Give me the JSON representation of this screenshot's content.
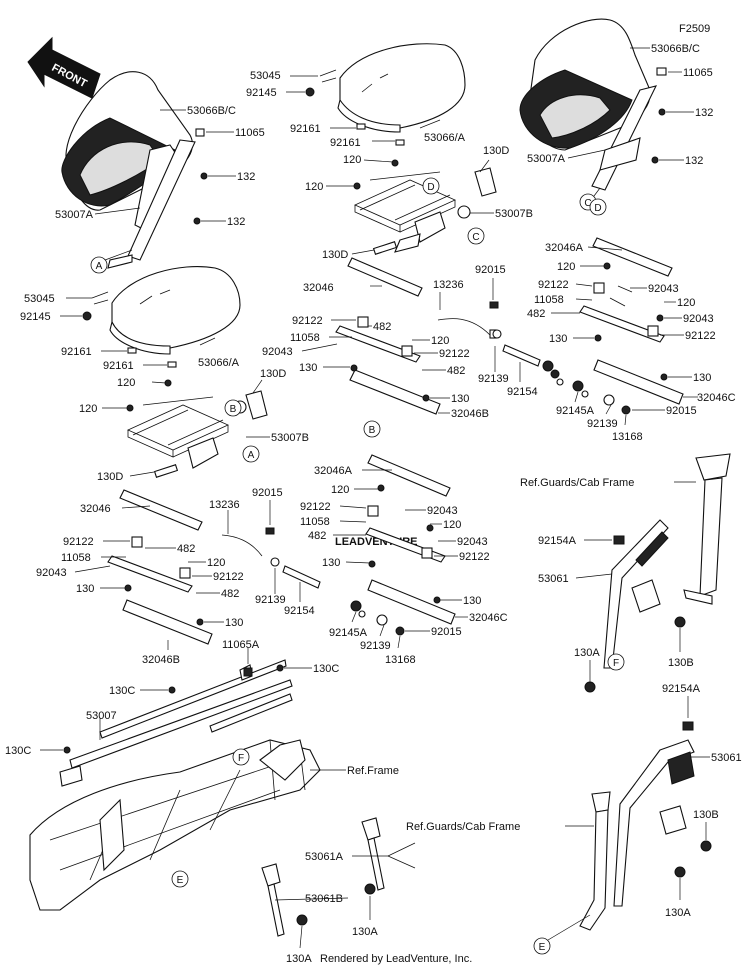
{
  "figure_code": "F2509",
  "direction_arrow": "FRONT",
  "watermark": "LEADVENTURE",
  "credit": "Rendered by LeadVenture, Inc.",
  "references": {
    "guards_cab_frame_1": "Ref.Guards/Cab Frame",
    "guards_cab_frame_2": "Ref.Guards/Cab Frame",
    "frame": "Ref.Frame"
  },
  "callout_letters": [
    "A",
    "B",
    "C",
    "D",
    "E",
    "F"
  ],
  "part_labels": {
    "tl_backrest": "53066B/C",
    "tl_11065": "11065",
    "tl_132a": "132",
    "tl_53007a": "53007A",
    "tl_132b": "132",
    "tc_53045": "53045",
    "tc_92145": "92145",
    "tc_92161a": "92161",
    "tc_92161b": "92161",
    "tc_53066a": "53066/A",
    "tc_120a": "120",
    "tc_130d_top": "130D",
    "tc_120b": "120",
    "tc_53007b": "53007B",
    "tc_130d": "130D",
    "tr_f2509": "F2509",
    "tr_backrest": "53066B/C",
    "tr_11065": "11065",
    "tr_132a": "132",
    "tr_132b": "132",
    "tr_53007a": "53007A",
    "ml_53045": "53045",
    "ml_92145": "92145",
    "ml_92161a": "92161",
    "ml_92161b": "92161",
    "ml_53066a": "53066/A",
    "ml_120a": "120",
    "ml_130d_top": "130D",
    "ml_120b": "120",
    "ml_53007b": "53007B",
    "ml_130d": "130D",
    "mc_32046": "32046",
    "mc_13236": "13236",
    "mc_92015": "92015",
    "mc_92122a": "92122",
    "mc_482a": "482",
    "mc_11058": "11058",
    "mc_120": "120",
    "mc_92043": "92043",
    "mc_92122b": "92122",
    "mc_482b": "482",
    "mc_130a": "130",
    "mc_92139": "92139",
    "mc_92154": "92154",
    "mc_130b": "130",
    "mc_32046b": "32046B",
    "mr_32046a": "32046A",
    "mr_120a": "120",
    "mr_92122a": "92122",
    "mr_92043a": "92043",
    "mr_11058": "11058",
    "mr_120b": "120",
    "mr_482": "482",
    "mr_92043b": "92043",
    "mr_130a": "130",
    "mr_92122b": "92122",
    "mr_130b": "130",
    "mr_92145a": "92145A",
    "mr_92139": "92139",
    "mr_32046c": "32046C",
    "mr_13168": "13168",
    "mr_92015": "92015",
    "c_32046a": "32046A",
    "c_120a": "120",
    "c_92122a": "92122",
    "c_92043a": "92043",
    "c_11058": "11058",
    "c_120b": "120",
    "c_482": "482",
    "c_92043b": "92043",
    "c_130a": "130",
    "c_92122b": "92122",
    "c_130b": "130",
    "c_92145a": "92145A",
    "c_92139": "92139",
    "c_32046c": "32046C",
    "c_13168": "13168",
    "c_92015": "92015",
    "l_32046": "32046",
    "l_13236": "13236",
    "l_92015": "92015",
    "l_92122a": "92122",
    "l_482a": "482",
    "l_11058": "11058",
    "l_120": "120",
    "l_92043": "92043",
    "l_92122b": "92122",
    "l_482b": "482",
    "l_130a": "130",
    "l_92139": "92139",
    "l_92154": "92154",
    "l_130b": "130",
    "l_32046b": "32046B",
    "b_11065a": "11065A",
    "b_130c_a": "130C",
    "b_130c_b": "130C",
    "b_53007": "53007",
    "b_130c_c": "130C",
    "b_53061a": "53061A",
    "b_53061b": "53061B",
    "b_130a_a": "130A",
    "b_130a_b": "130A",
    "sb_92154a_top": "92154A",
    "sb_53061_top": "53061",
    "sb_130a_top": "130A",
    "sb_130b_top": "130B",
    "sb_92154a_bot": "92154A",
    "sb_53061_bot": "53061",
    "sb_130b_bot": "130B",
    "sb_130a_bot": "130A"
  }
}
